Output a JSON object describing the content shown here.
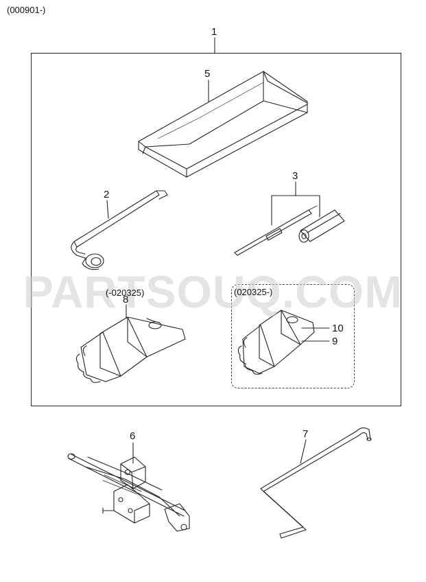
{
  "header": {
    "code": "(000901-)"
  },
  "watermark": "PARTSOUQ.COM",
  "callouts": {
    "kit": "1",
    "wrench": "2",
    "screwdriver": "3",
    "tool_pouch": "5",
    "jack": "6",
    "jack_handle": "7",
    "gloves_old": "8",
    "gloves_new": "9",
    "gloves_new_label": "10"
  },
  "date_ranges": {
    "old": "(-020325)",
    "new": "(020325-)"
  },
  "icons": [
    "tool-pouch-icon",
    "wheel-wrench-icon",
    "screwdriver-icon",
    "gloves-icon",
    "scissor-jack-icon",
    "jack-handle-icon"
  ]
}
